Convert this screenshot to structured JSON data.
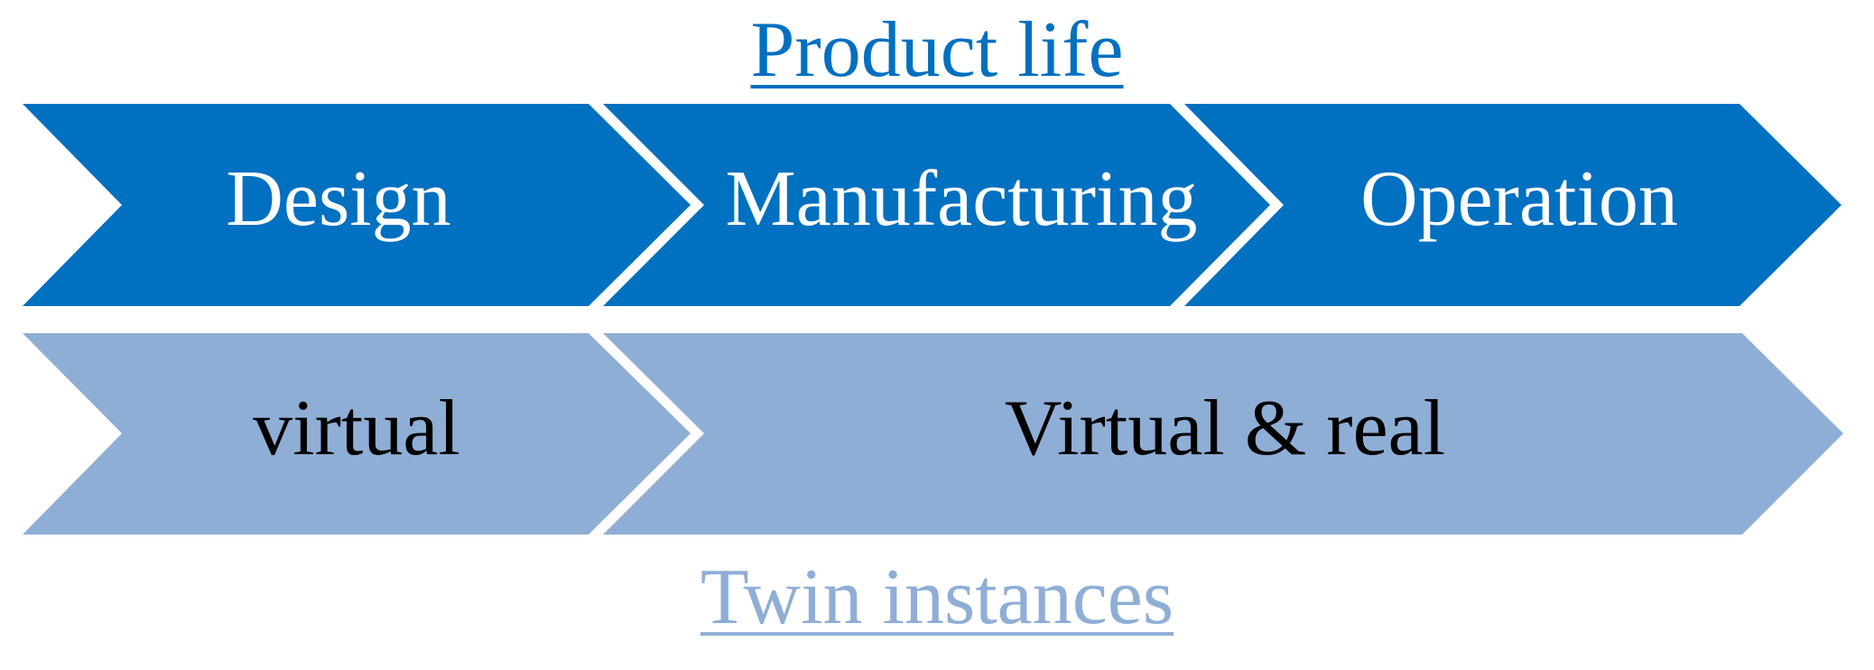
{
  "header": {
    "title": "Product life"
  },
  "footer": {
    "title": "Twin instances"
  },
  "stages": [
    {
      "label": "Design"
    },
    {
      "label": "Manufacturing"
    },
    {
      "label": "Operation"
    }
  ],
  "instances": [
    {
      "label": "virtual"
    },
    {
      "label": "Virtual & real"
    }
  ],
  "colors": {
    "stage_fill": "#0070C0",
    "stage_text": "#ffffff",
    "instance_fill": "#8FAED6",
    "instance_text": "#000000",
    "top_title": "#0070C0",
    "bottom_title": "#8FAED6"
  }
}
